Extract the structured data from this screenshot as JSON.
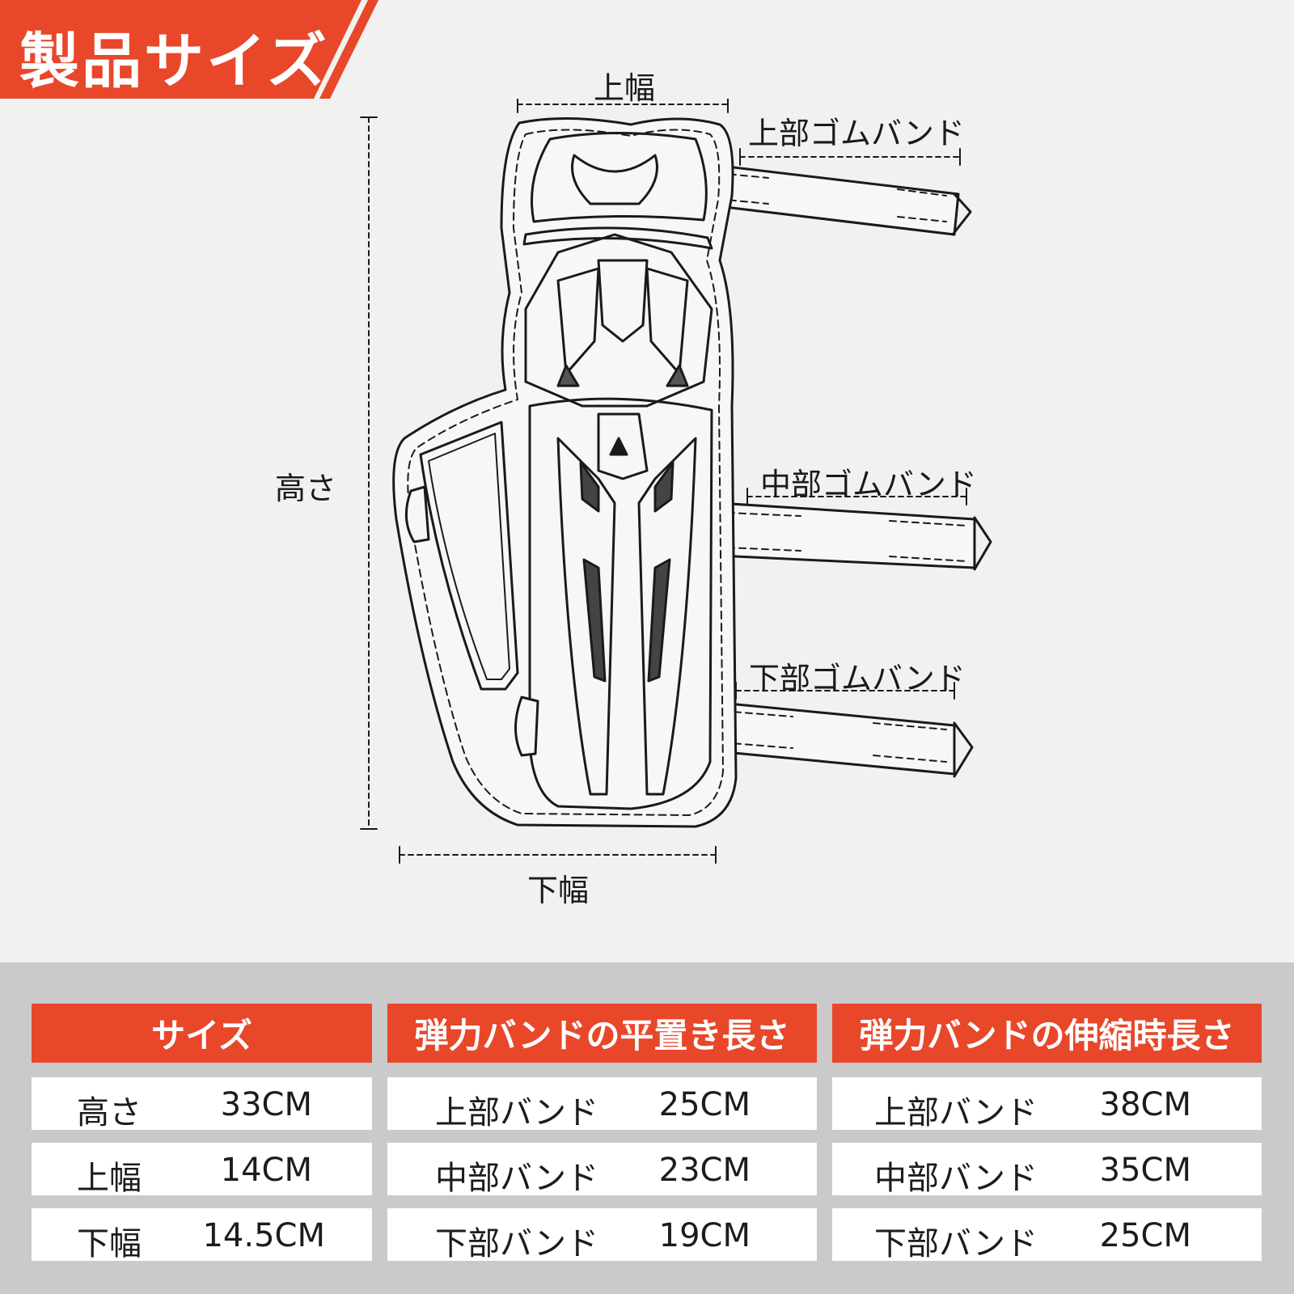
{
  "title": "製品サイズ",
  "colors": {
    "accent": "#e8472a",
    "panel": "#cacaca",
    "background": "#f1f1ef"
  },
  "diagram": {
    "top_width_label": "上幅",
    "upper_band_label": "上部ゴムバンド",
    "height_label": "高さ",
    "middle_band_label": "中部ゴムバンド",
    "lower_band_label": "下部ゴムバンド",
    "bottom_width_label": "下幅"
  },
  "table": {
    "size": {
      "header": "サイズ",
      "rows": [
        {
          "label": "高さ",
          "value": "33CM"
        },
        {
          "label": "上幅",
          "value": "14CM"
        },
        {
          "label": "下幅",
          "value": "14.5CM"
        }
      ]
    },
    "flat_length": {
      "header": "弾力バンドの平置き長さ",
      "rows": [
        {
          "label": "上部バンド",
          "value": "25CM"
        },
        {
          "label": "中部バンド",
          "value": "23CM"
        },
        {
          "label": "下部バンド",
          "value": "19CM"
        }
      ]
    },
    "stretched_length": {
      "header": "弾力バンドの伸縮時長さ",
      "rows": [
        {
          "label": "上部バンド",
          "value": "38CM"
        },
        {
          "label": "中部バンド",
          "value": "35CM"
        },
        {
          "label": "下部バンド",
          "value": "25CM"
        }
      ]
    }
  }
}
